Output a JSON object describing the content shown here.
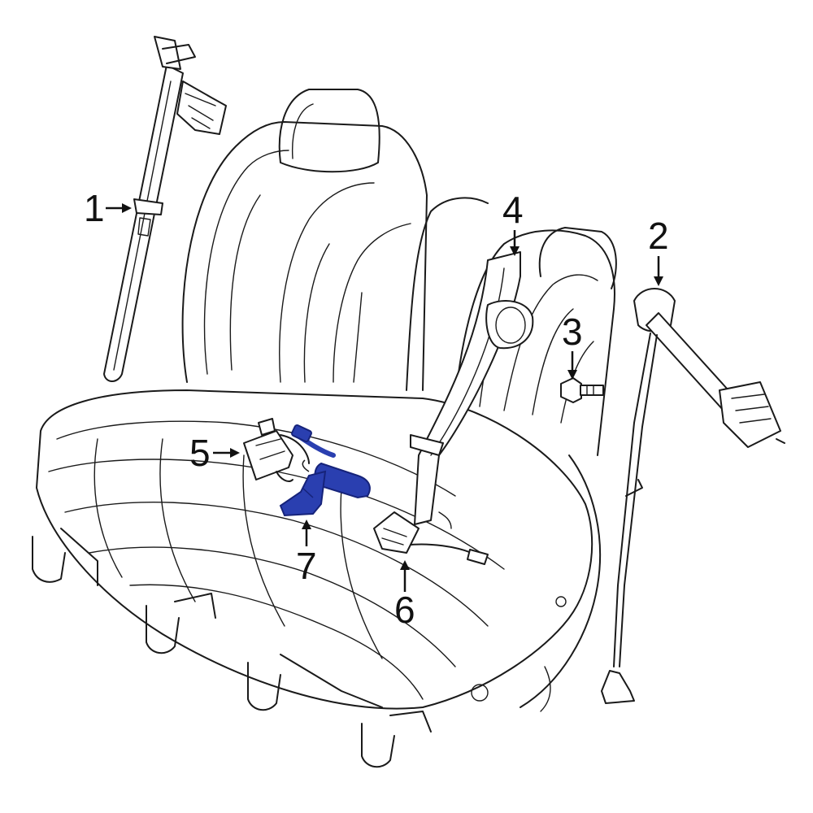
{
  "callouts": [
    {
      "id": "1",
      "label": "1"
    },
    {
      "id": "2",
      "label": "2"
    },
    {
      "id": "3",
      "label": "3"
    },
    {
      "id": "4",
      "label": "4"
    },
    {
      "id": "5",
      "label": "5"
    },
    {
      "id": "6",
      "label": "6"
    },
    {
      "id": "7",
      "label": "7"
    }
  ],
  "colors": {
    "line": "#1a1a1a",
    "highlight": "#2a3fb0",
    "highlight_dark": "#16237a",
    "background": "#ffffff"
  },
  "highlighted_part": "7"
}
